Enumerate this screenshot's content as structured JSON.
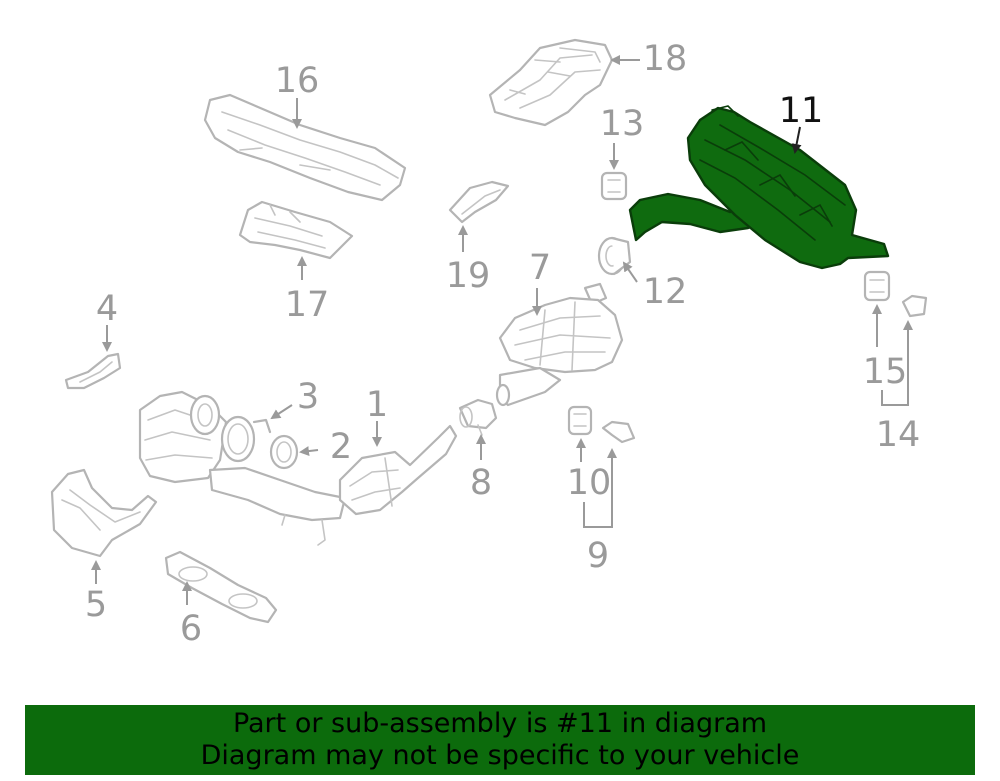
{
  "callouts": [
    "1",
    "2",
    "3",
    "4",
    "5",
    "6",
    "7",
    "8",
    "9",
    "10",
    "11",
    "12",
    "13",
    "14",
    "15",
    "16",
    "17",
    "18",
    "19"
  ],
  "highlighted_part": "11",
  "banner": {
    "line1": "Part or sub-assembly is #11 in diagram",
    "line2": "Diagram may not be specific to your vehicle"
  },
  "colors": {
    "highlight": "#0f6b0f",
    "banner": "#0c6b0c",
    "line_art": "#b4b4b4",
    "callout": "#9a9a9a"
  }
}
